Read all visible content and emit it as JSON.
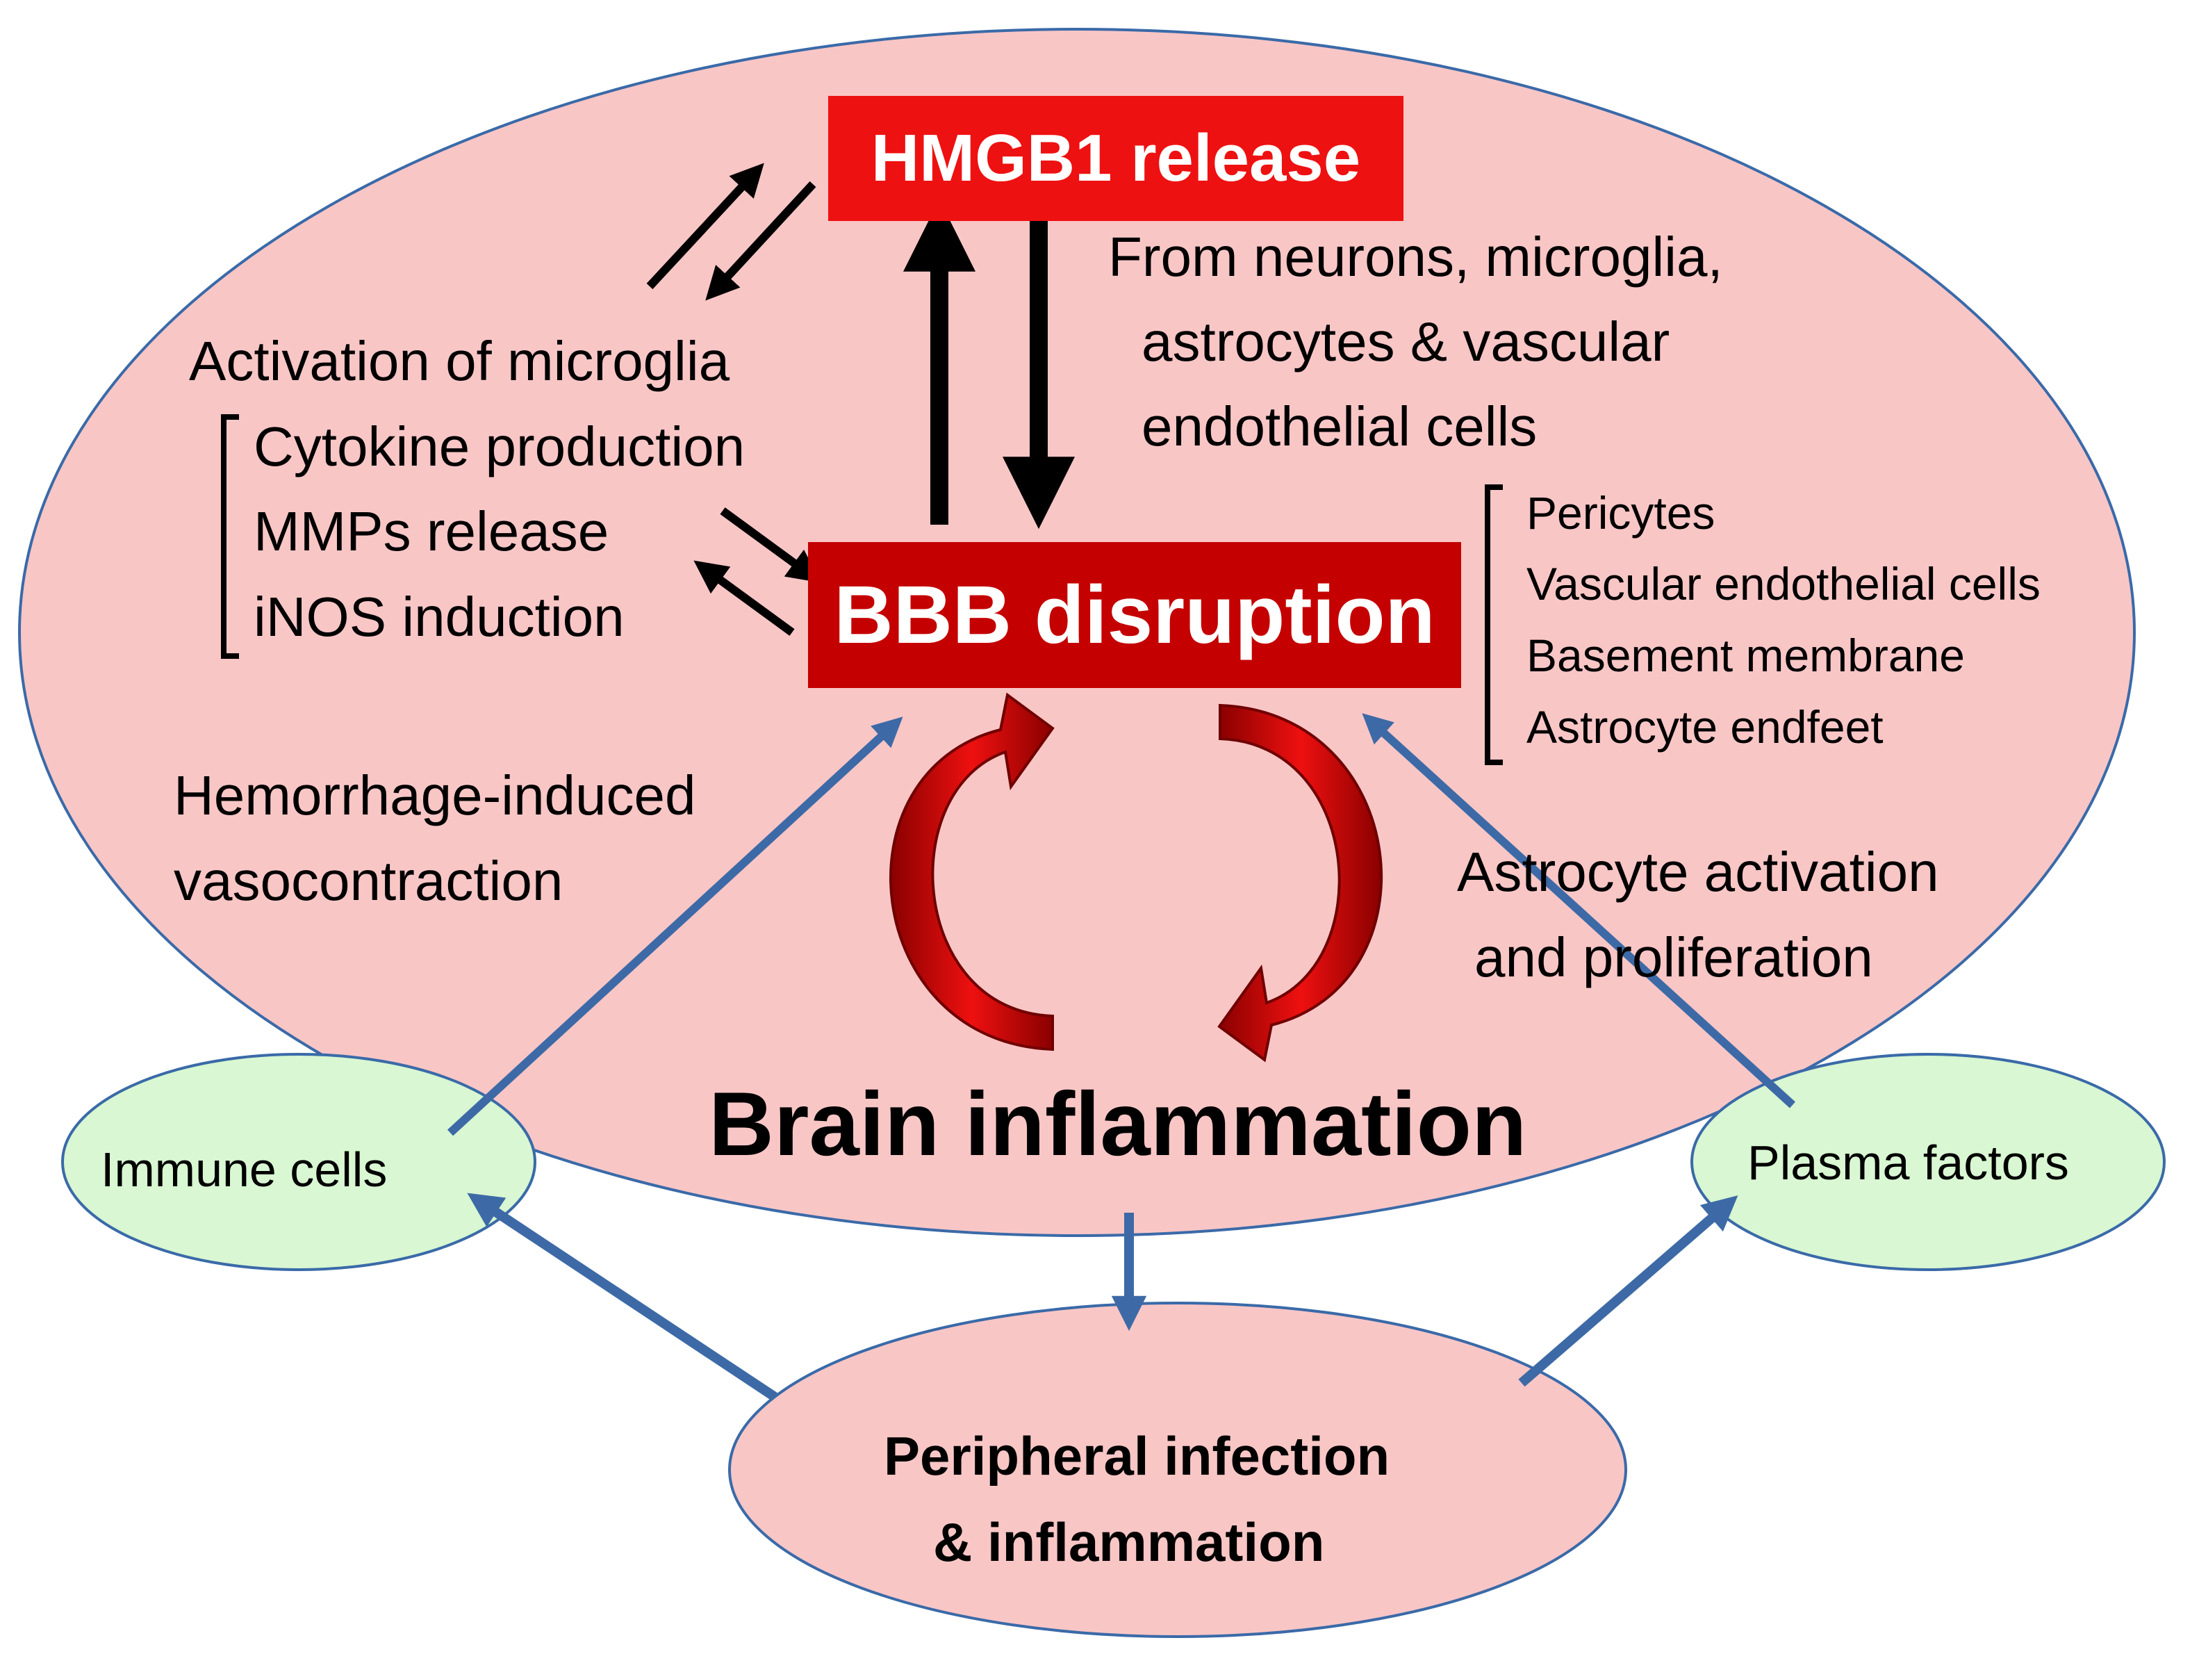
{
  "hmgb1_box": {
    "label": "HMGB1 release",
    "color": "#ee1111"
  },
  "bbb_box": {
    "label": "BBB disruption",
    "color": "#c40000"
  },
  "brain_inflammation": "Brain inflammation",
  "hmgb1_sources": [
    "From neurons, microglia,",
    "astrocytes & vascular",
    "endothelial cells"
  ],
  "microglia": {
    "title": "Activation of microglia",
    "items": [
      "Cytokine production",
      "MMPs release",
      "iNOS induction"
    ]
  },
  "bbb_components": [
    "Pericytes",
    "Vascular endothelial cells",
    "Basement membrane",
    "Astrocyte endfeet"
  ],
  "hemorrhage": [
    "Hemorrhage-induced",
    "vasocontraction"
  ],
  "astrocyte": [
    "Astrocyte activation",
    "and proliferation"
  ],
  "immune_cells": "Immune cells",
  "plasma_factors": "Plasma factors",
  "peripheral": [
    "Peripheral infection",
    "& inflammation"
  ],
  "colors": {
    "brain_ellipse": "#f9c6c6",
    "ellipse_border": "#3a6aa8",
    "green_ellipse": "#d8f7d2",
    "blue_arrow": "#3d6aa6",
    "cycle_arrow": "#cc0000"
  }
}
